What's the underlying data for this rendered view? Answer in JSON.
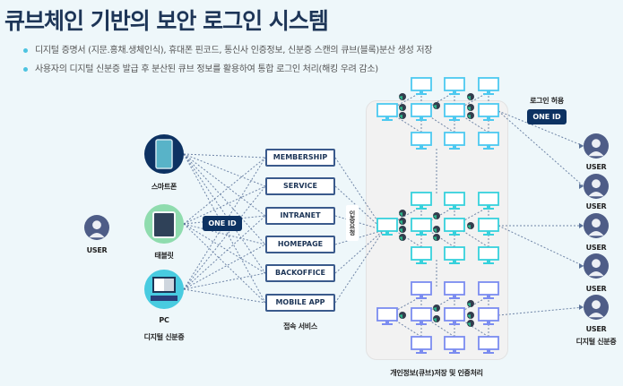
{
  "header": {
    "title": "큐브체인 기반의 보안 로그인 시스템",
    "bullets": [
      "디지털 증명서 (지문.홍채.생체인식), 휴대폰 핀코드, 통신사 인증정보, 신분증 스캔의 큐브(블록)분산 생성 저장",
      "사용자의 디지털 신분증 발급 후 분산된 큐브 정보를 활용하여 통합 로그인 처리(해킹 우려 감소)"
    ]
  },
  "left_user": {
    "label": "USER",
    "icon": "user-icon"
  },
  "devices": [
    {
      "label": "스마트폰",
      "icon": "smartphone-icon",
      "color": "#0d3262"
    },
    {
      "label": "태블릿",
      "icon": "tablet-icon",
      "color": "#8fdcae"
    },
    {
      "label": "PC",
      "icon": "pc-icon",
      "color": "#48cbe0"
    }
  ],
  "devices_caption": "디지털 신분증",
  "one_id_label": "ONE ID",
  "services": [
    "MEMBERSHIP",
    "SERVICE",
    "INTRANET",
    "HOMEPAGE",
    "BACKOFFICE",
    "MOBILE APP"
  ],
  "services_caption": "접속 서비스",
  "request_tag": "인증요청",
  "blockchain": {
    "caption": "개인정보(큐브)저장 및 인증처리",
    "groups": [
      {
        "name": "top",
        "color": "#4cc9f0"
      },
      {
        "name": "middle",
        "color": "#36d1dc"
      },
      {
        "name": "bottom",
        "color": "#7b8cf0"
      }
    ]
  },
  "login_allowed": {
    "label": "로그인 허용",
    "badge": "ONE ID"
  },
  "right_users": [
    "USER",
    "USER",
    "USER",
    "USER",
    "USER"
  ],
  "right_caption": "디지털 신분증",
  "colors": {
    "navy": "#0d3262",
    "avatar": "#4e5d87",
    "line": "#5a7299",
    "cube_dark": "#333c4d",
    "cube_green": "#2bb38a"
  }
}
